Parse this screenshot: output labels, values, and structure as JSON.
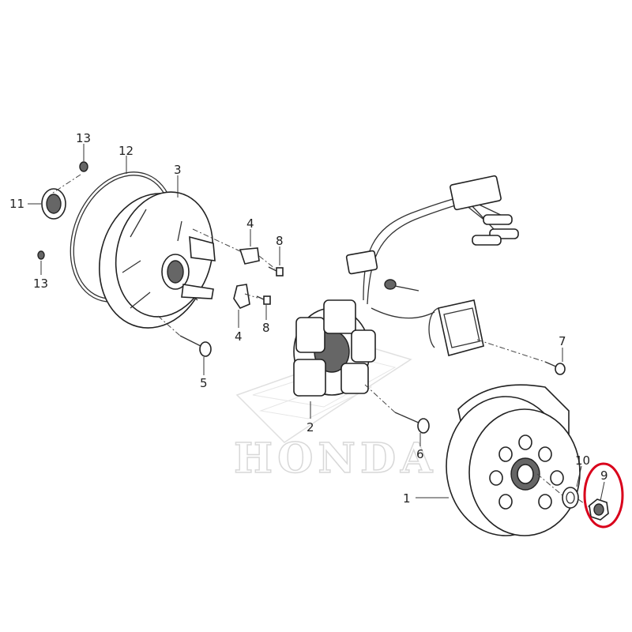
{
  "watermark": {
    "brand": "HONDA"
  },
  "callouts": [
    "13",
    "12",
    "3",
    "11",
    "13",
    "4",
    "8",
    "4",
    "8",
    "5",
    "7",
    "2",
    "6",
    "10",
    "9",
    "1"
  ],
  "highlight": {
    "part": "9",
    "color": "#d9001b"
  }
}
